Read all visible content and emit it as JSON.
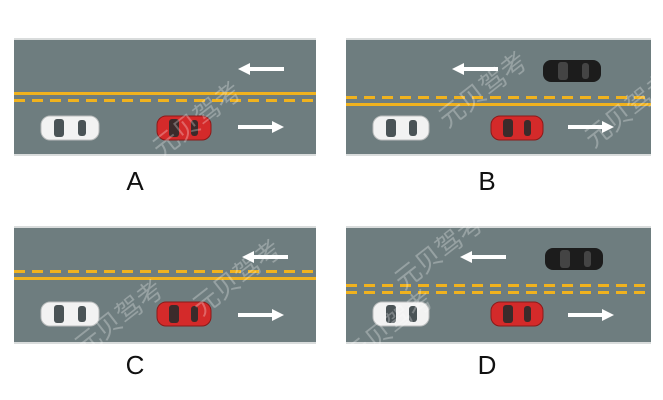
{
  "panels": [
    {
      "label": "A",
      "center_line": "double-solid-over-dashed",
      "black_car": false
    },
    {
      "label": "B",
      "center_line": "dashed-over-solid",
      "black_car": true
    },
    {
      "label": "C",
      "center_line": "dashed-over-solid",
      "black_car": false
    },
    {
      "label": "D",
      "center_line": "double-dashed",
      "black_car": true
    }
  ],
  "watermark": "元贝驾考",
  "colors": {
    "road": "#6e7d7f",
    "yellow_line": "#f0b21e",
    "red_car": "#d42a2a",
    "white_car": "#f2f2f2",
    "black_car": "#1c1c1c"
  }
}
